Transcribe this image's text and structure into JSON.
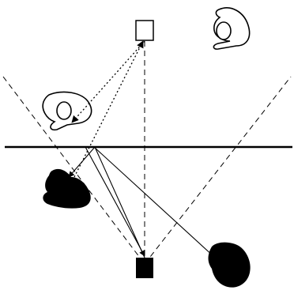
{
  "diagram": {
    "kind": "line-drawing",
    "text_labels": [],
    "colors": {
      "background": "#ffffff",
      "ink": "#000000"
    },
    "elements": [
      "top-hollow-square",
      "bottom-filled-square",
      "horizontal-divider-line",
      "left-dashed-diagonal",
      "right-dashed-diagonal",
      "vertical-dashed-axis",
      "upper-right-outline-shape",
      "upper-left-outline-shape",
      "left-filled-blob",
      "lower-right-filled-blob",
      "dotted-arrows",
      "solid-arrows"
    ]
  }
}
